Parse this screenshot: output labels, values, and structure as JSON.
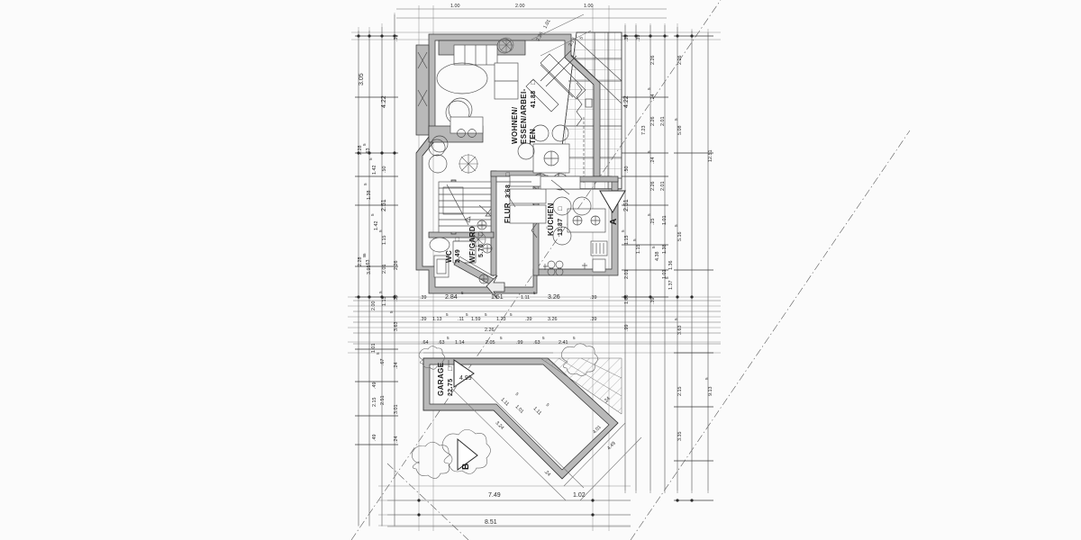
{
  "document": {
    "type": "architectural-floor-plan",
    "title": "Grundriss Erdgeschoss",
    "language": "de",
    "background": "#ffffff",
    "ink": "#2b2b2b"
  },
  "rooms": [
    {
      "id": "wohnen",
      "name_lines": [
        "WOHNEN/",
        "ESSEN/ARBEI-",
        "TEN"
      ],
      "area": "41.88",
      "unit": "□"
    },
    {
      "id": "flur",
      "name_lines": [
        "FLUR"
      ],
      "area": "3.68",
      "unit": "□"
    },
    {
      "id": "kuechen",
      "name_lines": [
        "KÜCHEN"
      ],
      "area": "13.87",
      "unit": "□"
    },
    {
      "id": "wc",
      "name_lines": [
        "WC"
      ],
      "area": "2.49",
      "unit": "□"
    },
    {
      "id": "wfgard",
      "name_lines": [
        "WF/GARD"
      ],
      "area": "5.70",
      "unit": "□"
    },
    {
      "id": "garage",
      "name_lines": [
        "GARAGE"
      ],
      "area": "22.75",
      "unit": "□"
    }
  ],
  "section_markers": [
    {
      "label": "A",
      "position": "right-middle"
    },
    {
      "label": "B",
      "position": "bottom-left"
    }
  ],
  "dimensions": {
    "top_chain": [
      {
        "value": "1.00"
      },
      {
        "value": "2.00"
      },
      {
        "value": "1.00"
      }
    ],
    "top_diagonal": [
      {
        "value": "1.01"
      },
      {
        "value": "2.26"
      },
      {
        "value": "2.18",
        "sup": "5"
      }
    ],
    "left_outer": [
      {
        "value": "3.05"
      },
      {
        "value": "2.28"
      },
      {
        "value": ".63",
        "sup": "5"
      },
      {
        "value": "1.42",
        "sup": "5"
      },
      {
        "value": "1.38",
        "sup": "5"
      },
      {
        "value": "1.42",
        "sup": "5"
      },
      {
        "value": "2.28"
      },
      {
        "value": ".63",
        "sup": "5"
      },
      {
        "value": "3.95",
        "sup": "5"
      }
    ],
    "left_inner": [
      {
        "value": ".39"
      },
      {
        "value": "4.22"
      },
      {
        "value": ".50"
      },
      {
        "value": "2.51"
      },
      {
        "value": "1.15",
        "sup": "5"
      },
      {
        "value": "2.01"
      },
      {
        "value": "1.15",
        "sup": "5"
      },
      {
        "value": "2.26"
      },
      {
        "value": ".39"
      }
    ],
    "left_lower": [
      {
        "value": "2.00"
      },
      {
        "value": "3.63",
        "sup": "5"
      },
      {
        "value": "1.01"
      },
      {
        "value": ".24"
      },
      {
        "value": ".67",
        "sup": "5"
      },
      {
        "value": ".49"
      },
      {
        "value": "2.51"
      },
      {
        "value": "3.01"
      },
      {
        "value": "2.15"
      },
      {
        "value": ".49"
      },
      {
        "value": ".24"
      }
    ],
    "right_inner": [
      {
        "value": ".39"
      },
      {
        "value": "4.22"
      },
      {
        "value": ".50"
      },
      {
        "value": "2.51"
      },
      {
        "value": "1.15",
        "sup": "5"
      },
      {
        "value": "2.01"
      },
      {
        "value": "1.15",
        "sup": "5"
      },
      {
        "value": "1.66"
      },
      {
        "value": ".99"
      }
    ],
    "right_mid": [
      {
        "value": ".39"
      },
      {
        "value": "2.26"
      },
      {
        "value": ".24",
        "sup": "5"
      },
      {
        "value": "2.01"
      },
      {
        "value": "2.26"
      },
      {
        "value": ".24",
        "sup": "5"
      },
      {
        "value": "2.01"
      },
      {
        "value": "2.26"
      },
      {
        "value": ".25",
        "sup": "5"
      },
      {
        "value": "1.01"
      },
      {
        "value": "1.38"
      },
      {
        "value": "1.01"
      },
      {
        "value": ".39"
      }
    ],
    "right_totals": [
      {
        "value": "7.23"
      },
      {
        "value": "4.38",
        "sup": "5"
      },
      {
        "value": "1.36"
      },
      {
        "value": "1.37",
        "sup": "5"
      }
    ],
    "right_outer": [
      {
        "value": "2.26"
      },
      {
        "value": "5.08",
        "sup": "5"
      },
      {
        "value": "5.16",
        "sup": "5"
      },
      {
        "value": "3.63",
        "sup": "5"
      },
      {
        "value": "2.15"
      },
      {
        "value": "3.35"
      }
    ],
    "right_far": [
      {
        "value": "12.51"
      },
      {
        "value": "9.13",
        "sup": "5"
      }
    ],
    "bottom_chain_1": [
      {
        "value": ".39"
      },
      {
        "value": "2.84",
        "sup": "5"
      },
      {
        "value": "1.51"
      },
      {
        "value": "1.11",
        "sup": "5"
      },
      {
        "value": "3.26"
      },
      {
        "value": ".39"
      }
    ],
    "bottom_chain_2": [
      {
        "value": ".39"
      },
      {
        "value": "1.13",
        "sup": "5"
      },
      {
        "value": ".11",
        "sup": "5"
      },
      {
        "value": "1.59",
        "sup": "5"
      },
      {
        "value": "1.23",
        "sup": "5"
      },
      {
        "value": ".39"
      },
      {
        "value": "3.26"
      },
      {
        "value": ".39"
      }
    ],
    "bottom_chain_2b": [
      {
        "value": "2.26"
      }
    ],
    "bottom_chain_3": [
      {
        "value": ".64"
      },
      {
        "value": ".63",
        "sup": "5"
      },
      {
        "value": "1.14"
      },
      {
        "value": "2.05",
        "sup": "5"
      },
      {
        "value": ".99"
      },
      {
        "value": ".63",
        "sup": "5"
      },
      {
        "value": "2.41",
        "sup": "5"
      }
    ],
    "garage": [
      {
        "value": "4.99"
      },
      {
        "value": "1.11",
        "sup": "5"
      },
      {
        "value": "1.01"
      },
      {
        "value": "1.11",
        "sup": "5"
      },
      {
        "value": "3.24"
      },
      {
        "value": ".24"
      },
      {
        "value": "4.01"
      },
      {
        "value": "4.49"
      },
      {
        "value": ".24"
      }
    ],
    "bottom_totals": [
      {
        "value": "7.49"
      },
      {
        "value": "1.02"
      },
      {
        "value": "8.51"
      }
    ]
  }
}
